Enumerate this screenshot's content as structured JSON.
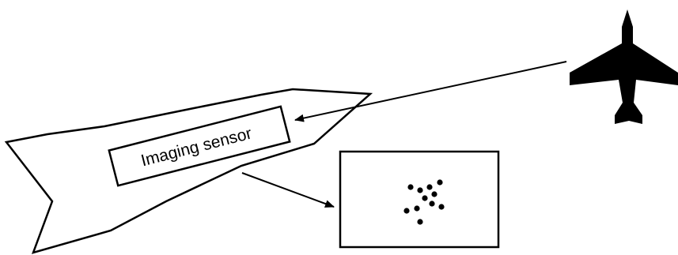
{
  "diagram": {
    "sensor_label": "Imaging sensor",
    "icons": {
      "missile": "missile-outline",
      "aircraft": "airplane-silhouette"
    },
    "colors": {
      "stroke": "#000000",
      "fill": "#000000",
      "background": "#ffffff"
    }
  }
}
